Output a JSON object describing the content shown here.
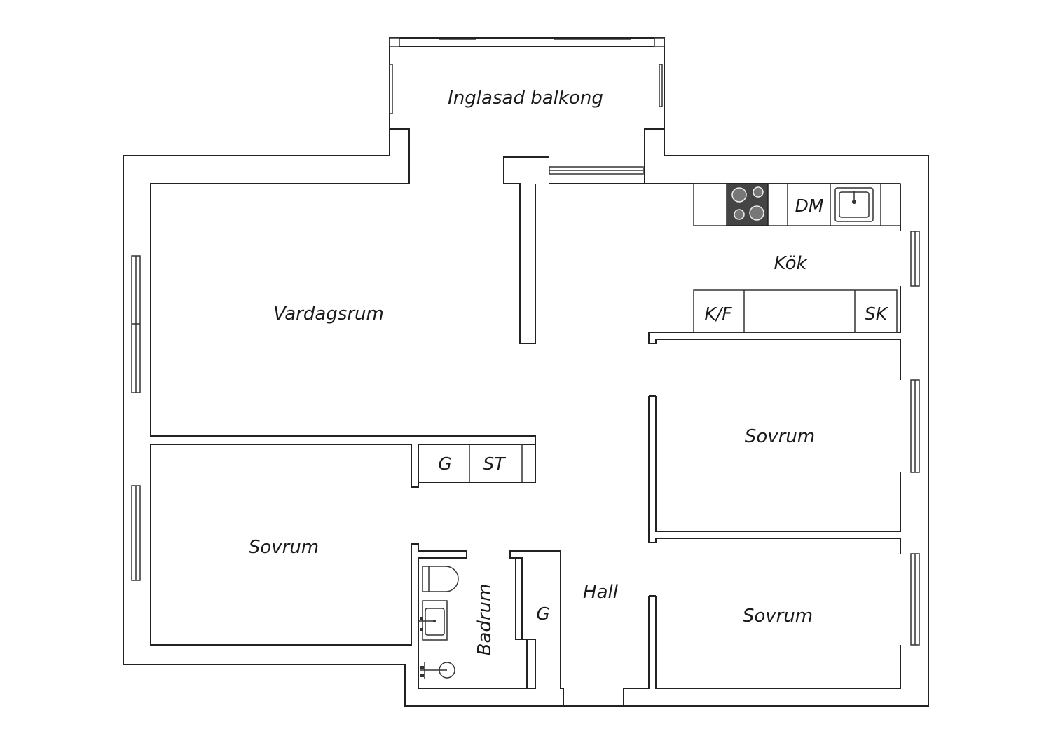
{
  "colors": {
    "stroke": "#222222",
    "background": "#ffffff",
    "stove": "#444444"
  },
  "rooms": {
    "balcony": "Inglasad balkong",
    "living": "Vardagsrum",
    "kitchen": "Kök",
    "bedroom_east_top": "Sovrum",
    "bedroom_west": "Sovrum",
    "bedroom_east_bottom": "Sovrum",
    "hall": "Hall",
    "bathroom": "Badrum"
  },
  "fixtures": {
    "dishwasher": "DM",
    "fridge_freezer": "K/F",
    "cabinet_sk": "SK",
    "wardrobe_g": "G",
    "wardrobe_st": "ST",
    "hall_wardrobe_g": "G"
  },
  "icons": [
    "stove-icon",
    "sink-icon",
    "toilet-icon",
    "washbasin-icon",
    "shower-icon"
  ]
}
